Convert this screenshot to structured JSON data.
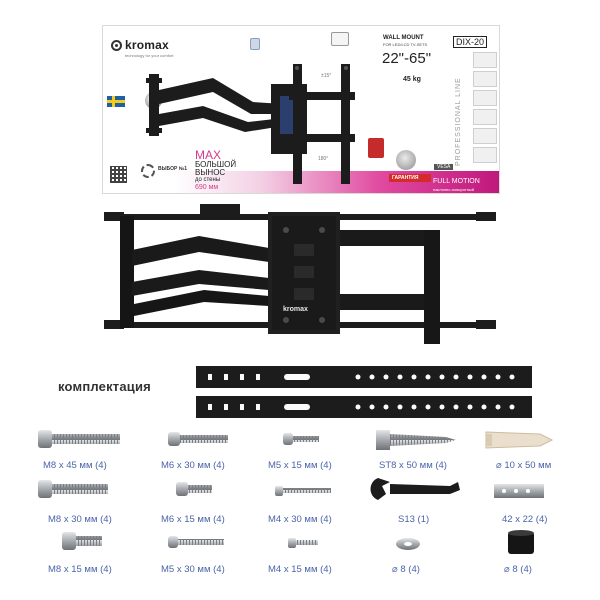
{
  "box": {
    "brand": "kromax",
    "tagline": "technology for your comfort",
    "title": "WALL MOUNT",
    "subtitle": "FOR LED/LCD TV-SETS",
    "size_range": "22\"-65\"",
    "load": "45 kg",
    "model": "DIX-20",
    "line": "PROFESSIONAL LINE",
    "max_title": "MAX",
    "max_line1": "БОЛЬШОЙ",
    "max_line2": "ВЫНОС",
    "max_line3": "до стены",
    "max_line4": "690 мм",
    "award": "ВЫБОР №1",
    "vesa": "VESA",
    "guarantee": "ГАРАНТИЯ",
    "full_motion": "FULL MOTION",
    "full_motion_sub": "наклонно-поворотный",
    "rot_top": "±15°",
    "rot_bottom": "180°"
  },
  "mount": {
    "plate_logo": "kromax"
  },
  "kit": {
    "title": "комплектация"
  },
  "parts": {
    "p1": "M8 x 45 мм (4)",
    "p2": "M6 x 30 мм (4)",
    "p3": "M5 x 15 мм (4)",
    "p4": "ST8 x 50 мм (4)",
    "p5": "⌀ 10 x 50 мм",
    "p6": "M8 x 30 мм (4)",
    "p7": "M6 x 15 мм (4)",
    "p8": "M4 x 30 мм (4)",
    "p9": "S13 (1)",
    "p10": "42 x 22 (4)",
    "p11": "M8 x 15 мм (4)",
    "p12": "M5 x 30 мм (4)",
    "p13": "M4 x 15 мм (4)",
    "p14": "⌀ 8 (4)",
    "p15": "⌀ 8 (4)"
  },
  "colors": {
    "label_blue": "#4a64a8",
    "accent_pink": "#d63a8c",
    "metal_black": "#1c1c1c"
  }
}
